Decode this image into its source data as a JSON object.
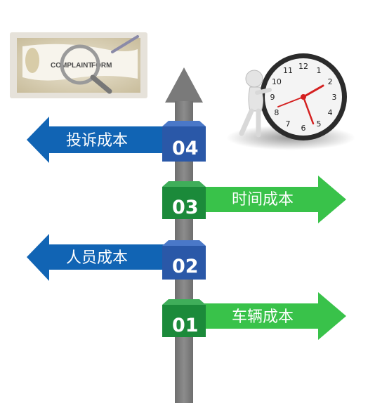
{
  "steps": [
    {
      "number": "04",
      "label": "投诉成本",
      "direction": "left",
      "badge_color": "#2a58a8",
      "arrow_color": "#1164b4"
    },
    {
      "number": "03",
      "label": "时间成本",
      "direction": "right",
      "badge_color": "#1b8a3a",
      "arrow_color": "#39c24a"
    },
    {
      "number": "02",
      "label": "人员成本",
      "direction": "left",
      "badge_color": "#2a58a8",
      "arrow_color": "#1164b4"
    },
    {
      "number": "01",
      "label": "车辆成本",
      "direction": "right",
      "badge_color": "#1b8a3a",
      "arrow_color": "#39c24a"
    }
  ],
  "complaint_image": {
    "text_left": "COMPLAINT",
    "text_right": "FORM"
  },
  "clock_image": {
    "numerals": [
      "12",
      "1",
      "2",
      "3",
      "4",
      "5",
      "6",
      "7",
      "8",
      "9",
      "10",
      "11"
    ]
  },
  "colors": {
    "pole": "#808080",
    "pole_dark": "#6b6b6b"
  }
}
